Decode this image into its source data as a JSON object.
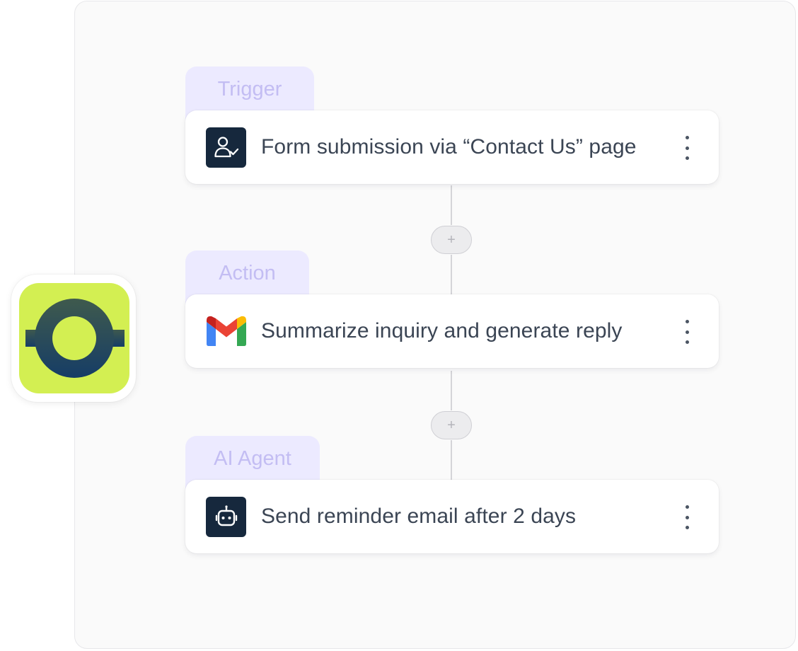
{
  "workflow": {
    "steps": [
      {
        "tab": "Trigger",
        "label": "Form submission via “Contact Us” page",
        "icon": "user-check-icon"
      },
      {
        "tab": "Action",
        "label": "Summarize inquiry and generate reply",
        "icon": "gmail-icon"
      },
      {
        "tab": "AI Agent",
        "label": "Send reminder email after 2 days",
        "icon": "robot-icon"
      }
    ],
    "add_step_label": "+"
  },
  "app_badge": {
    "icon": "app-logo-icon"
  },
  "colors": {
    "panel_bg": "#fafafa",
    "tab_bg": "#eceaff",
    "tab_text": "#c3bdf3",
    "icon_tile": "#16283d",
    "label_text": "#3b4554",
    "logo_bg": "#d3ef52",
    "logo_ring": "#1f4f5c"
  }
}
